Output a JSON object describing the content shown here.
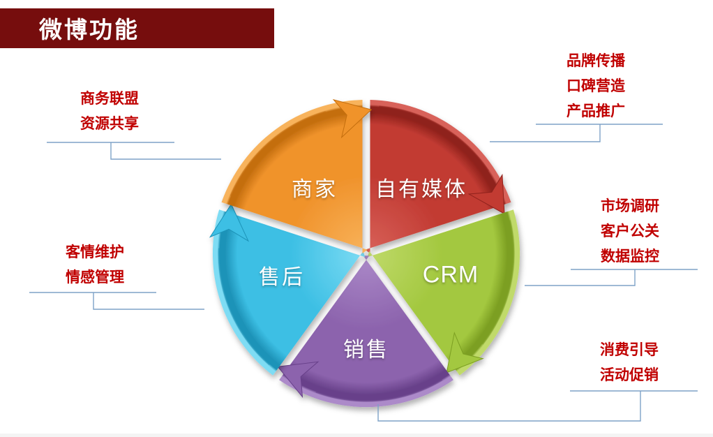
{
  "title": {
    "text": "微博功能"
  },
  "colors": {
    "background": "#FFFFFF",
    "banner_bg": "#760D0D",
    "banner_text": "#FFFFFF",
    "callout_text": "#C00000",
    "connector_line": "#7EA2C7",
    "segment_label_text": "#FFFFFF"
  },
  "diagram": {
    "type": "cycle-5-segments",
    "direction": "clockwise",
    "segments": [
      {
        "id": "own-media",
        "label": "自有媒体",
        "start_angle": 0,
        "end_angle": 72,
        "color": "#C23B33",
        "color_dark": "#8F211B",
        "color_light": "#D8625A"
      },
      {
        "id": "crm",
        "label": "CRM",
        "start_angle": 72,
        "end_angle": 144,
        "color": "#A3C83F",
        "color_dark": "#7C9F22",
        "color_light": "#C0DA6B"
      },
      {
        "id": "sales",
        "label": "销售",
        "start_angle": 144,
        "end_angle": 216,
        "color": "#8C63AD",
        "color_dark": "#68418A",
        "color_light": "#AC8AC9"
      },
      {
        "id": "after-sales",
        "label": "售后",
        "start_angle": 216,
        "end_angle": 288,
        "color": "#3CBFE4",
        "color_dark": "#1E93B8",
        "color_light": "#7EDCF4"
      },
      {
        "id": "merchant",
        "label": "商家",
        "start_angle": 288,
        "end_angle": 360,
        "color": "#F0932C",
        "color_dark": "#C46E0E",
        "color_light": "#F8B35C"
      }
    ]
  },
  "callouts": [
    {
      "id": "brand",
      "target": "own-media",
      "lines": [
        "品牌传播",
        "口碑营造",
        "产品推广"
      ]
    },
    {
      "id": "alliance",
      "target": "merchant",
      "lines": [
        "商务联盟",
        "资源共享"
      ]
    },
    {
      "id": "care",
      "target": "after-sales",
      "lines": [
        "客情维护",
        "情感管理"
      ]
    },
    {
      "id": "market",
      "target": "crm",
      "lines": [
        "市场调研",
        "客户公关",
        "数据监控"
      ]
    },
    {
      "id": "consume",
      "target": "sales",
      "lines": [
        "消费引导",
        "活动促销"
      ]
    }
  ]
}
